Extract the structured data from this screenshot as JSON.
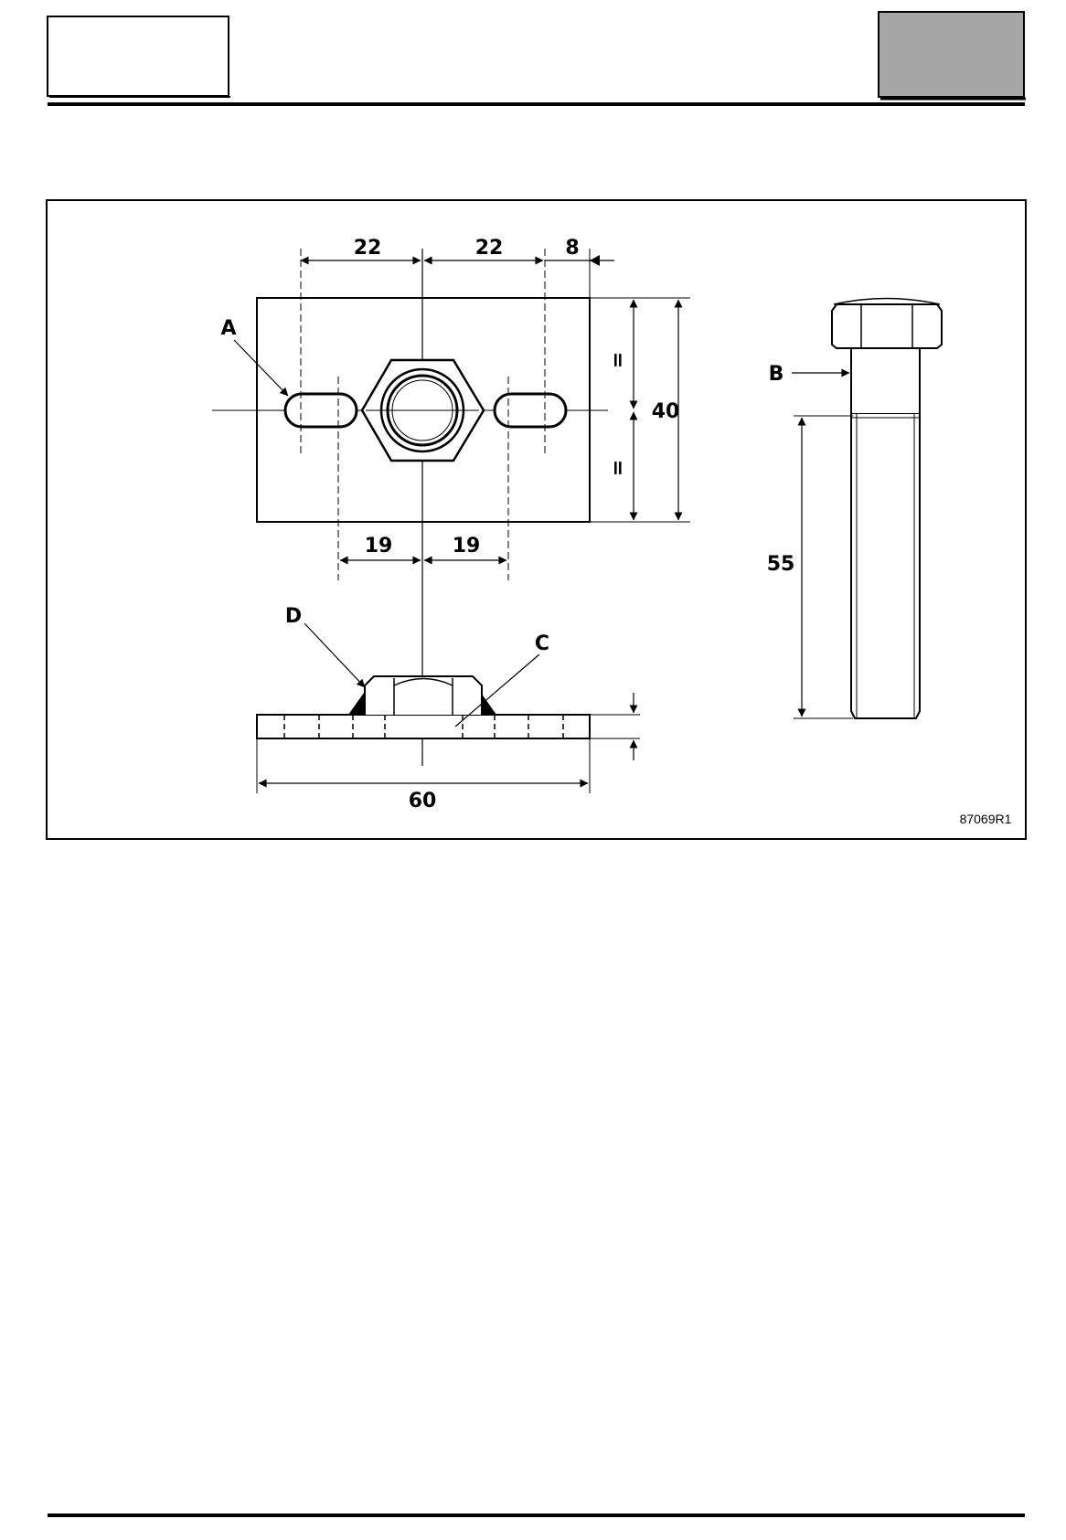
{
  "header": {
    "left_box_text": "",
    "right_box_color": "#a6a6a6"
  },
  "figure": {
    "reference": "87069R1",
    "dimensions": {
      "left_22": "22",
      "right_22": "22",
      "edge_8": "8",
      "height_40": "40",
      "equal_top": "=",
      "equal_bottom": "=",
      "slot_19_left": "19",
      "slot_19_right": "19",
      "width_60": "60",
      "bolt_55": "55"
    },
    "callouts": {
      "a": "A",
      "b": "B",
      "c": "C",
      "d": "D"
    }
  }
}
